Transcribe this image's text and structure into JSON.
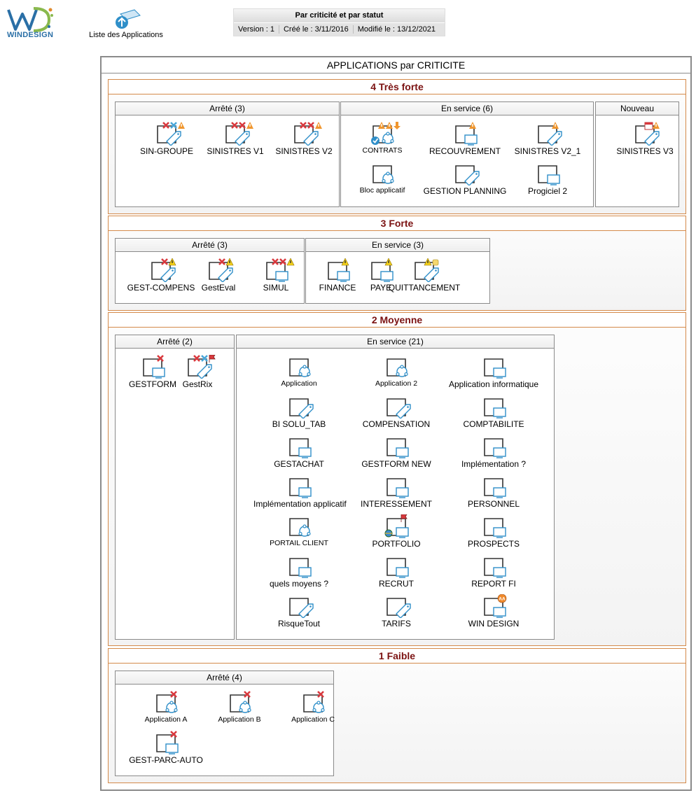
{
  "logo": {
    "text": "WINDESIGN",
    "icon": "windesign-logo"
  },
  "header": {
    "app_list_label": "Liste des Applications",
    "title": "Par criticité et par statut",
    "version": "Version : 1",
    "created": "Créé le : 3/11/2016",
    "modified": "Modifié le : 13/12/2021"
  },
  "main": {
    "title": "APPLICATIONS par CRITICITE"
  },
  "sections": [
    {
      "title": "4 Très forte",
      "groups": [
        {
          "title": "Arrêté (3)",
          "apps": [
            {
              "name": "SIN-GROUPE",
              "icon": "tag",
              "badges": [
                "x",
                "x-blue",
                "alert"
              ]
            },
            {
              "name": "SINISTRES V1",
              "icon": "tag",
              "badges": [
                "x",
                "x",
                "alert"
              ]
            },
            {
              "name": "SINISTRES V2",
              "icon": "tag",
              "badges": [
                "x",
                "x",
                "alert"
              ]
            }
          ]
        },
        {
          "title": "En service (6)",
          "apps": [
            {
              "name": "CONTRATS",
              "icon": "nodes",
              "badges": [
                "alert",
                "alert",
                "down"
              ],
              "check": true,
              "small": true
            },
            {
              "name": "RECOUVREMENT",
              "icon": "monitor",
              "badges": [
                "alert"
              ]
            },
            {
              "name": "SINISTRES V2_1",
              "icon": "tag",
              "badges": [
                "alert"
              ]
            },
            {
              "name": "Bloc applicatif",
              "icon": "nodes",
              "badges": [],
              "small": true
            },
            {
              "name": "GESTION PLANNING",
              "icon": "tag",
              "badges": []
            },
            {
              "name": "Progiciel 2",
              "icon": "monitor",
              "badges": []
            }
          ]
        },
        {
          "title": "Nouveau",
          "apps": [
            {
              "name": "SINISTRES V3",
              "icon": "tag",
              "badges": [
                "calendar",
                "alert"
              ]
            }
          ]
        }
      ]
    },
    {
      "title": "3 Forte",
      "groups": [
        {
          "title": "Arrêté (3)",
          "apps": [
            {
              "name": "GEST-COMPENS",
              "icon": "tag",
              "badges": [
                "x",
                "warn"
              ]
            },
            {
              "name": "GestEval",
              "icon": "tag",
              "badges": [
                "x",
                "warn"
              ]
            },
            {
              "name": "SIMUL",
              "icon": "monitor",
              "badges": [
                "x",
                "x",
                "warn"
              ]
            }
          ]
        },
        {
          "title": "En service (3)",
          "apps": [
            {
              "name": "FINANCE",
              "icon": "monitor",
              "badges": [
                "warn"
              ]
            },
            {
              "name": "PAYE",
              "icon": "monitor",
              "badges": [
                "warn"
              ]
            },
            {
              "name": "QUITTANCEMENT",
              "icon": "tag",
              "badges": [
                "warn",
                "hand"
              ]
            }
          ]
        }
      ]
    },
    {
      "title": "2 Moyenne",
      "groups": [
        {
          "title": "Arrêté (2)",
          "apps": [
            {
              "name": "GESTFORM",
              "icon": "monitor",
              "badges": [
                "x"
              ]
            },
            {
              "name": "GestRix",
              "icon": "tag",
              "badges": [
                "x",
                "x-blue",
                "flag"
              ]
            }
          ]
        },
        {
          "title": "En service (21)",
          "apps": [
            {
              "name": "Application",
              "icon": "nodes",
              "badges": [],
              "small": true
            },
            {
              "name": "Application 2",
              "icon": "nodes",
              "badges": [],
              "small": true
            },
            {
              "name": "Application informatique",
              "icon": "monitor",
              "badges": []
            },
            {
              "name": "BI SOLU_TAB",
              "icon": "tag",
              "badges": []
            },
            {
              "name": "COMPENSATION",
              "icon": "tag",
              "badges": []
            },
            {
              "name": "COMPTABILITE",
              "icon": "monitor",
              "badges": []
            },
            {
              "name": "GESTACHAT",
              "icon": "monitor",
              "badges": []
            },
            {
              "name": "GESTFORM NEW",
              "icon": "monitor",
              "badges": []
            },
            {
              "name": "Implémentation ?",
              "icon": "monitor",
              "badges": []
            },
            {
              "name": "Implémentation applicatif",
              "icon": "monitor",
              "badges": []
            },
            {
              "name": "INTERESSEMENT",
              "icon": "monitor",
              "badges": []
            },
            {
              "name": "PERSONNEL",
              "icon": "monitor",
              "badges": []
            },
            {
              "name": "PORTAIL CLIENT",
              "icon": "nodes",
              "badges": [],
              "small": true
            },
            {
              "name": "PORTFOLIO",
              "icon": "monitor",
              "badges": [
                "flag"
              ],
              "globe": true
            },
            {
              "name": "PROSPECTS",
              "icon": "monitor",
              "badges": []
            },
            {
              "name": "quels moyens ?",
              "icon": "monitor",
              "badges": []
            },
            {
              "name": "RECRUT",
              "icon": "monitor",
              "badges": []
            },
            {
              "name": "REPORT FI",
              "icon": "monitor",
              "badges": []
            },
            {
              "name": "RisqueTout",
              "icon": "tag",
              "badges": []
            },
            {
              "name": "TARIFS",
              "icon": "tag",
              "badges": []
            },
            {
              "name": "WIN DESIGN",
              "icon": "monitor",
              "badges": [
                "aa"
              ]
            }
          ]
        }
      ]
    },
    {
      "title": "1 Faible",
      "groups": [
        {
          "title": "Arrêté (4)",
          "apps": [
            {
              "name": "Application A",
              "icon": "nodes",
              "badges": [
                "x"
              ],
              "small": true
            },
            {
              "name": "Application B",
              "icon": "nodes",
              "badges": [
                "x"
              ],
              "small": true
            },
            {
              "name": "Application C",
              "icon": "nodes",
              "badges": [
                "x"
              ],
              "small": true
            },
            {
              "name": "GEST-PARC-AUTO",
              "icon": "monitor",
              "badges": [
                "x"
              ]
            }
          ]
        }
      ]
    }
  ],
  "colors": {
    "section_border": "#d48a4a",
    "section_title": "#7b1212",
    "icon_blue": "#2f8fc9",
    "error_red": "#d9393e"
  }
}
